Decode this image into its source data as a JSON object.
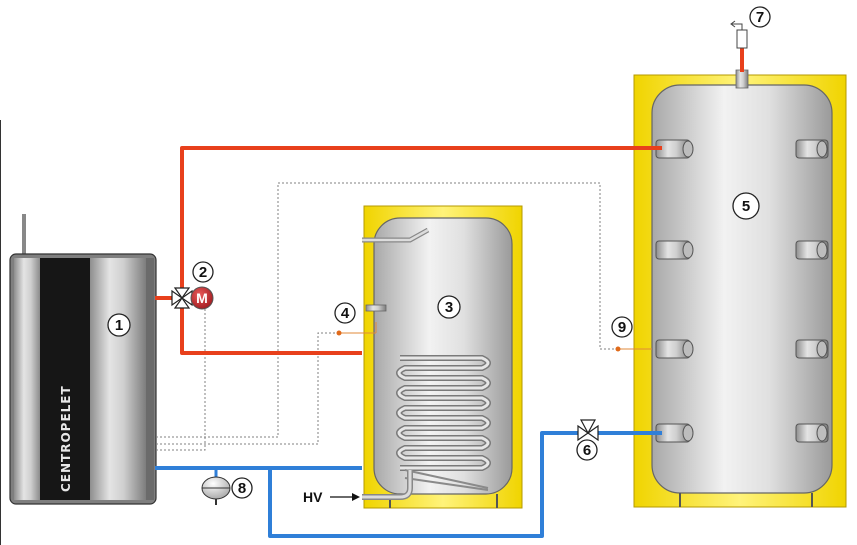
{
  "components": {
    "boiler": {
      "number": "1",
      "brand": "CENTROPELET"
    },
    "motorized_valve": {
      "number": "2",
      "motor_label": "M"
    },
    "hot_water_tank": {
      "number": "3"
    },
    "tank_sensor": {
      "number": "4"
    },
    "buffer_tank": {
      "number": "5"
    },
    "mixing_valve": {
      "number": "6"
    },
    "air_vent": {
      "number": "7"
    },
    "expansion_vessel": {
      "number": "8"
    },
    "buffer_sensor": {
      "number": "9"
    }
  },
  "labels": {
    "cold_water_inlet": "HV"
  },
  "colors": {
    "hot_pipe": "#e8401c",
    "cold_pipe": "#2f7fd8",
    "insulation": "#f5e21a",
    "sensor_wire": "#808080",
    "valve_motor": "#c8262b"
  }
}
